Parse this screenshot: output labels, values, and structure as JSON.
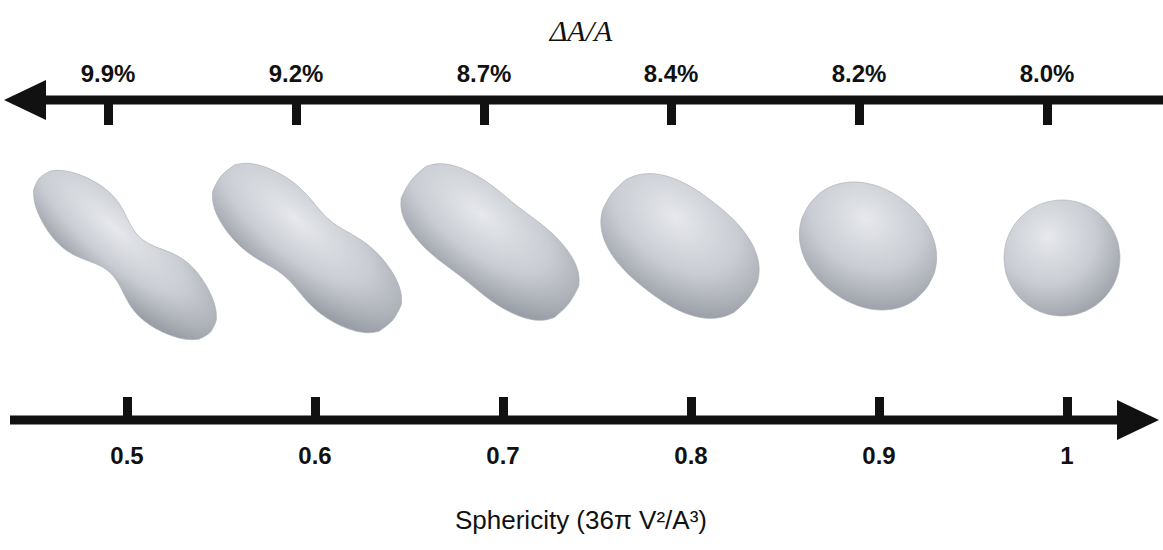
{
  "diagram": {
    "labels": [
      "ΔA/A",
      "9.9%",
      "9.2%",
      "8.7%",
      "8.4%",
      "8.2%",
      "8.0%",
      "0.5",
      "0.6",
      "0.7",
      "0.8",
      "0.9",
      "1",
      "Sphericity (36π V²/A³)"
    ]
  }
}
